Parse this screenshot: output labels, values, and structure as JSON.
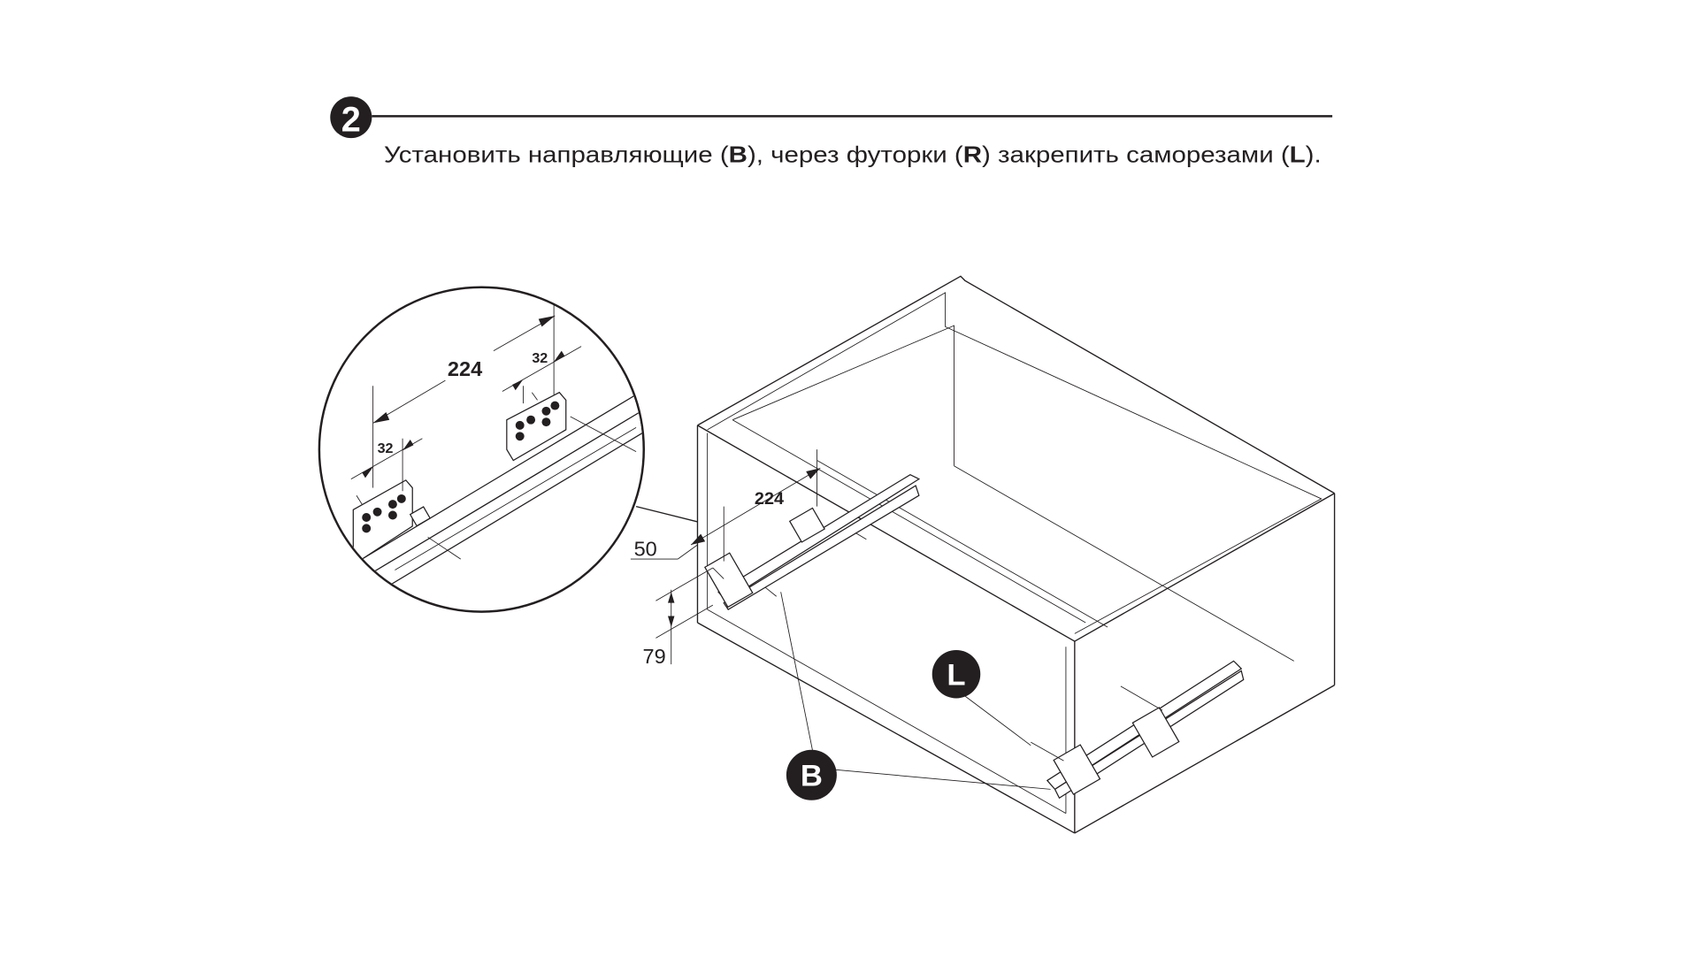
{
  "step": {
    "number": "2",
    "instruction_parts": [
      "Установить направляющие (",
      "B",
      "), через футорки (",
      "R",
      ") закрепить саморезами (",
      "L",
      ")."
    ]
  },
  "detail_view": {
    "dim_spacing": "224",
    "dim_hole_front": "32",
    "dim_hole_rear": "32"
  },
  "main_view": {
    "dim_spacing": "224",
    "dim_setback": "50",
    "dim_height": "79"
  },
  "callouts": {
    "screws": "L",
    "runners": "B"
  },
  "colors": {
    "ink": "#231f20",
    "background": "#ffffff"
  }
}
